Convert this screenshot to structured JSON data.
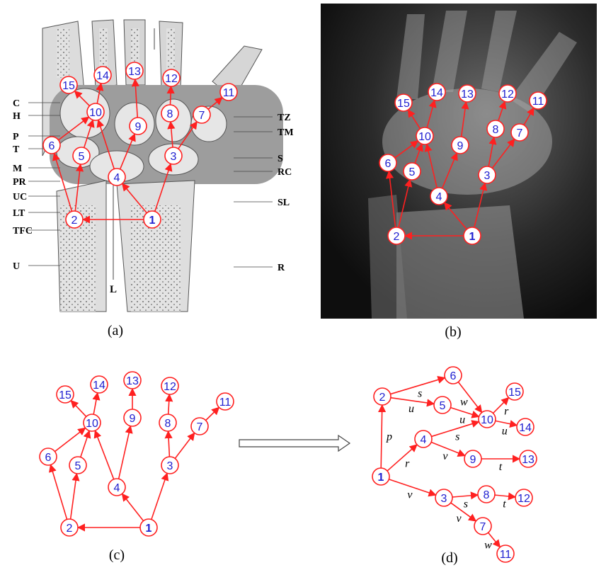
{
  "panel_labels": {
    "a": "(a)",
    "b": "(b)",
    "c": "(c)",
    "d": "(d)"
  },
  "colors": {
    "edge": "#ff2020",
    "node_border": "#ff2020",
    "node_text": "#2020d0",
    "label_text": "#000000"
  },
  "panel_a": {
    "left_labels": [
      "C",
      "H",
      "P",
      "T",
      "M",
      "PR",
      "UC",
      "LT",
      "TFC",
      "U"
    ],
    "right_labels": [
      "TZ",
      "TM",
      "S",
      "RC",
      "SL",
      "R"
    ],
    "bottom_label": "L"
  },
  "nodes": [
    "1",
    "2",
    "3",
    "4",
    "5",
    "6",
    "7",
    "8",
    "9",
    "10",
    "11",
    "12",
    "13",
    "14",
    "15"
  ],
  "edges": [
    {
      "from": "1",
      "to": "2",
      "label": "p"
    },
    {
      "from": "1",
      "to": "4",
      "label": "r"
    },
    {
      "from": "1",
      "to": "3",
      "label": "v"
    },
    {
      "from": "2",
      "to": "6",
      "label": "s"
    },
    {
      "from": "2",
      "to": "5",
      "label": "u"
    },
    {
      "from": "6",
      "to": "10",
      "label": "w"
    },
    {
      "from": "5",
      "to": "10",
      "label": "u"
    },
    {
      "from": "4",
      "to": "10",
      "label": "s"
    },
    {
      "from": "4",
      "to": "9",
      "label": "v"
    },
    {
      "from": "10",
      "to": "15",
      "label": "r"
    },
    {
      "from": "10",
      "to": "14",
      "label": "u"
    },
    {
      "from": "9",
      "to": "13",
      "label": "t"
    },
    {
      "from": "3",
      "to": "8",
      "label": "s"
    },
    {
      "from": "8",
      "to": "12",
      "label": "t"
    },
    {
      "from": "3",
      "to": "7",
      "label": "v"
    },
    {
      "from": "7",
      "to": "11",
      "label": "w"
    }
  ]
}
